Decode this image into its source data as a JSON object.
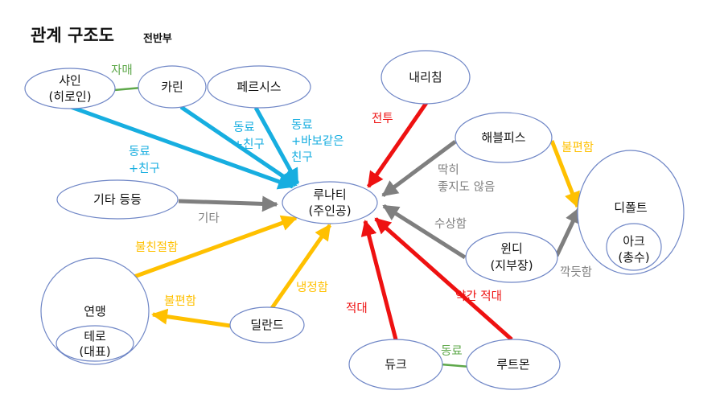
{
  "title": "관계 구조도",
  "subtitle": "전반부",
  "colors": {
    "node_stroke": "#6f86c6",
    "blue": "#17aee0",
    "gray": "#7f7f7f",
    "red": "#ee1111",
    "yellow": "#ffc000",
    "green": "#5ea84a"
  },
  "nodes": {
    "shine": [
      "샤인",
      "(히로인)"
    ],
    "karin": [
      "카린"
    ],
    "ferresis": [
      "페르시스"
    ],
    "nerichim": [
      "내리침"
    ],
    "hablepis": [
      "해블피스"
    ],
    "depolt": [
      "디폴트"
    ],
    "ark": [
      "아크",
      "(총수)"
    ],
    "gita": [
      "기타 등등"
    ],
    "lunati": [
      "루나티",
      "(주인공)"
    ],
    "windy": [
      "윈디",
      "(지부장)"
    ],
    "yeonmaeng": [
      "연맹"
    ],
    "tero": [
      "테로",
      "(대표)"
    ],
    "dilland": [
      "딜란드"
    ],
    "duke": [
      "듀크"
    ],
    "lutmon": [
      "루트몬"
    ]
  },
  "edge_labels": {
    "jamae": [
      "자매"
    ],
    "shine_lunati": [
      "동료",
      "+친구"
    ],
    "karin_lunati": [
      "동료",
      "+친구"
    ],
    "ferresis_lunati": [
      "동료",
      "+바보같은",
      "친구"
    ],
    "nerichim_lunati": [
      "전투"
    ],
    "hablepis_lunati": [
      "딱히",
      "좋지도 않음"
    ],
    "windy_lunati": [
      "수상함"
    ],
    "gita_lunati": [
      "기타"
    ],
    "hablepis_depolt": [
      "불편함"
    ],
    "windy_depolt": [
      "깍듯함"
    ],
    "yeonmaeng_lunati": [
      "불친절함"
    ],
    "dilland_lunati": [
      "냉정함"
    ],
    "dilland_yeonmaeng": [
      "불편함"
    ],
    "duke_lunati": [
      "적대"
    ],
    "lutmon_lunati": [
      "약간 적대"
    ],
    "duke_lutmon": [
      "동료"
    ]
  }
}
